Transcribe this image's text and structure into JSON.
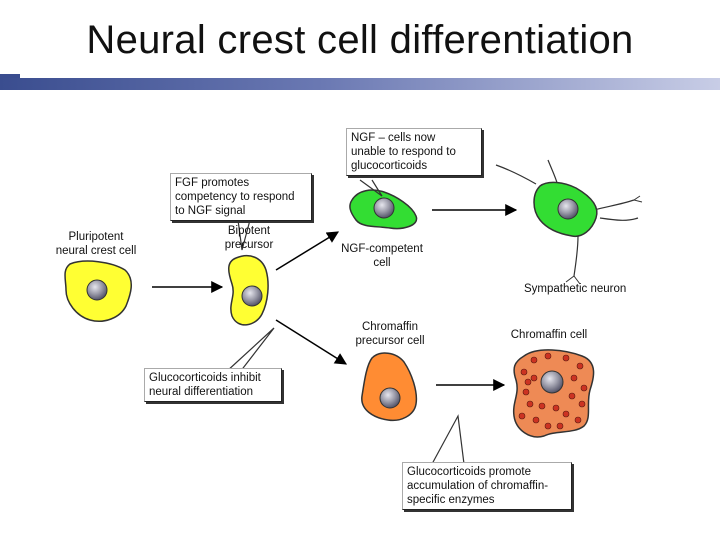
{
  "title": "Neural crest cell differentiation",
  "labels": {
    "pluripotent": "Pluripotent\nneural crest cell",
    "bipotent": "Bipotent\nprecursor",
    "ngf_competent": "NGF-competent\ncell",
    "sympathetic": "Sympathetic neuron",
    "chromaffin_precursor": "Chromaffin\nprecursor cell",
    "chromaffin_cell": "Chromaffin cell"
  },
  "callouts": {
    "fgf": "FGF promotes\ncompetency to respond\nto NGF signal",
    "ngf": "NGF – cells now\nunable to respond to\nglucocorticoids",
    "gluco_inhibit": "Glucocorticoids inhibit\nneural differentiation",
    "gluco_promote": "Glucocorticoids promote\naccumulation of chromaffin-\nspecific enzymes"
  },
  "colors": {
    "yellow_cell": "#ffff33",
    "green_cell": "#33dd33",
    "orange_cell": "#ff8c33",
    "chromaffin_cell": "#ee8a55",
    "granule": "#cc3322",
    "nucleus": "#9a9aa8"
  }
}
